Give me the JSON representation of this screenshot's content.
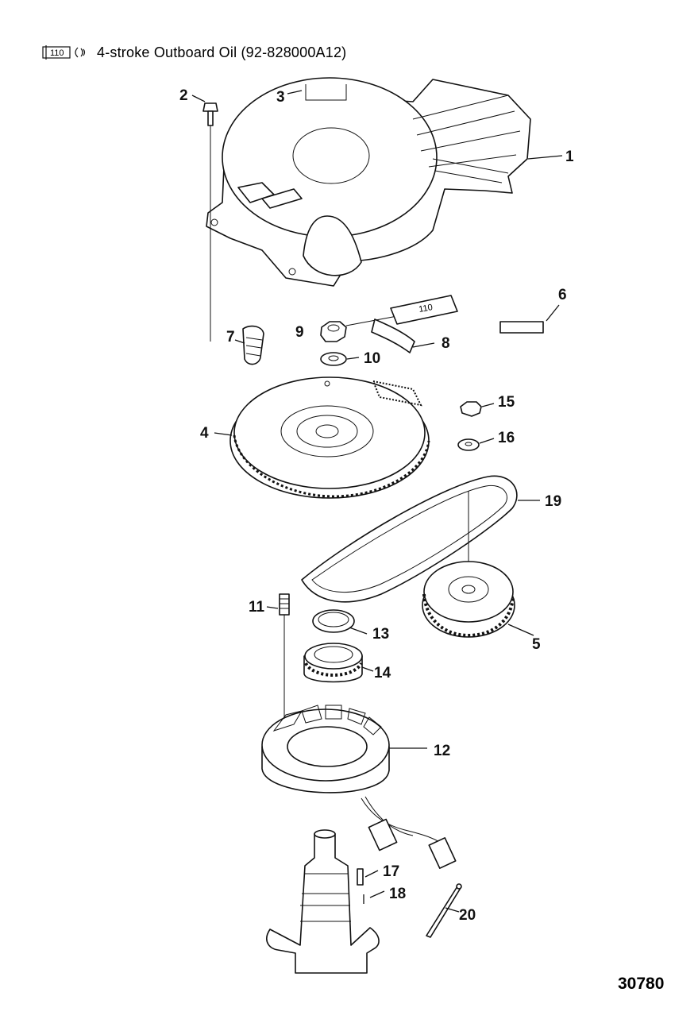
{
  "header": {
    "icon_label": "110",
    "text": "4-stroke Outboard Oil (92-828000A12)"
  },
  "tag": {
    "label": "110"
  },
  "callouts": [
    "1",
    "2",
    "3",
    "4",
    "5",
    "6",
    "7",
    "8",
    "9",
    "10",
    "11",
    "12",
    "13",
    "14",
    "15",
    "16",
    "17",
    "18",
    "19",
    "20"
  ],
  "diagram_id": "30780"
}
